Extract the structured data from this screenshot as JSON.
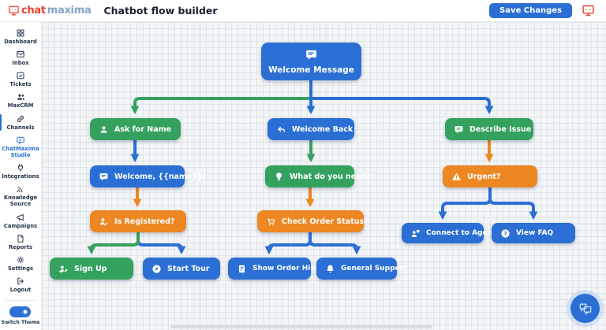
{
  "header": {
    "logo_text_1": "chat",
    "logo_text_2": "maxima",
    "title": "Chatbot flow builder",
    "save_button_label": "Save Changes"
  },
  "sidebar": {
    "items": [
      {
        "label": "Dashboard",
        "icon": "dashboard-icon"
      },
      {
        "label": "Inbox",
        "icon": "inbox-icon"
      },
      {
        "label": "Tickets",
        "icon": "tickets-icon"
      },
      {
        "label": "MaxCRM",
        "icon": "users-icon"
      },
      {
        "label": "Channels",
        "icon": "link-icon"
      },
      {
        "label": "ChatMaxima Studio",
        "icon": "studio-chat-icon"
      },
      {
        "label": "Integrations",
        "icon": "plug-icon"
      },
      {
        "label": "Knowledge Source",
        "icon": "waves-icon"
      },
      {
        "label": "Campaigns",
        "icon": "megaphone-icon"
      },
      {
        "label": "Reports",
        "icon": "document-icon"
      },
      {
        "label": "Settings",
        "icon": "gear-icon"
      },
      {
        "label": "Logout",
        "icon": "logout-icon"
      }
    ],
    "active_item": "ChatMaxima Studio",
    "selected_section": "Channels",
    "theme_toggle_label": "Switch Theme",
    "theme_toggle_state": "on"
  },
  "flow": {
    "nodes": [
      {
        "id": "welcome-message",
        "label": "Welcome Message",
        "color": "#2b6fd4",
        "icon": "message-icon"
      },
      {
        "id": "ask-for-name",
        "label": "Ask for Name",
        "color": "#35a15f",
        "icon": "user-icon"
      },
      {
        "id": "welcome-back",
        "label": "Welcome Back",
        "color": "#2b6fd4",
        "icon": "reply-icon"
      },
      {
        "id": "describe-issue",
        "label": "Describe Issue",
        "color": "#35a15f",
        "icon": "message-icon"
      },
      {
        "id": "welcome-name",
        "label": "Welcome, {{name}}!",
        "color": "#2b6fd4",
        "icon": "message-icon"
      },
      {
        "id": "what-do-you-need",
        "label": "What do you need?",
        "color": "#35a15f",
        "icon": "lightbulb-icon"
      },
      {
        "id": "urgent",
        "label": "Urgent?",
        "color": "#ed8722",
        "icon": "warning-icon"
      },
      {
        "id": "is-registered",
        "label": "Is Registered?",
        "color": "#ed8722",
        "icon": "user-check-icon"
      },
      {
        "id": "check-order-status",
        "label": "Check Order Status?",
        "color": "#ed8722",
        "icon": "cart-icon"
      },
      {
        "id": "connect-to-agent",
        "label": "Connect to Agent",
        "color": "#2b6fd4",
        "icon": "agent-icon"
      },
      {
        "id": "view-faq",
        "label": "View FAQ",
        "color": "#2b6fd4",
        "icon": "question-icon"
      },
      {
        "id": "sign-up",
        "label": "Sign Up",
        "color": "#35a15f",
        "icon": "user-edit-icon"
      },
      {
        "id": "start-tour",
        "label": "Start Tour",
        "color": "#2b6fd4",
        "icon": "compass-icon"
      },
      {
        "id": "show-order-history",
        "label": "Show Order History",
        "color": "#2b6fd4",
        "icon": "receipt-icon"
      },
      {
        "id": "general-support",
        "label": "General Support",
        "color": "#2b6fd4",
        "icon": "bell-icon"
      }
    ],
    "edges": [
      {
        "from": "welcome-message",
        "to": "ask-for-name",
        "color": "green"
      },
      {
        "from": "welcome-message",
        "to": "welcome-back",
        "color": "blue"
      },
      {
        "from": "welcome-message",
        "to": "describe-issue",
        "color": "blue"
      },
      {
        "from": "ask-for-name",
        "to": "welcome-name",
        "color": "blue"
      },
      {
        "from": "welcome-back",
        "to": "what-do-you-need",
        "color": "green"
      },
      {
        "from": "describe-issue",
        "to": "urgent",
        "color": "orange"
      },
      {
        "from": "welcome-name",
        "to": "is-registered",
        "color": "orange"
      },
      {
        "from": "what-do-you-need",
        "to": "check-order-status",
        "color": "orange"
      },
      {
        "from": "urgent",
        "to": "connect-to-agent",
        "color": "blue"
      },
      {
        "from": "urgent",
        "to": "view-faq",
        "color": "blue"
      },
      {
        "from": "is-registered",
        "to": "sign-up",
        "color": "green"
      },
      {
        "from": "is-registered",
        "to": "start-tour",
        "color": "blue"
      },
      {
        "from": "check-order-status",
        "to": "show-order-history",
        "color": "blue"
      },
      {
        "from": "check-order-status",
        "to": "general-support",
        "color": "blue"
      }
    ]
  },
  "colors": {
    "node_blue": "#2b6fd4",
    "node_green": "#35a15f",
    "node_orange": "#ed8722",
    "brand_red": "#e8402a",
    "brand_gray_blue": "#86a3c6",
    "canvas_bg": "#f2f4f6"
  }
}
